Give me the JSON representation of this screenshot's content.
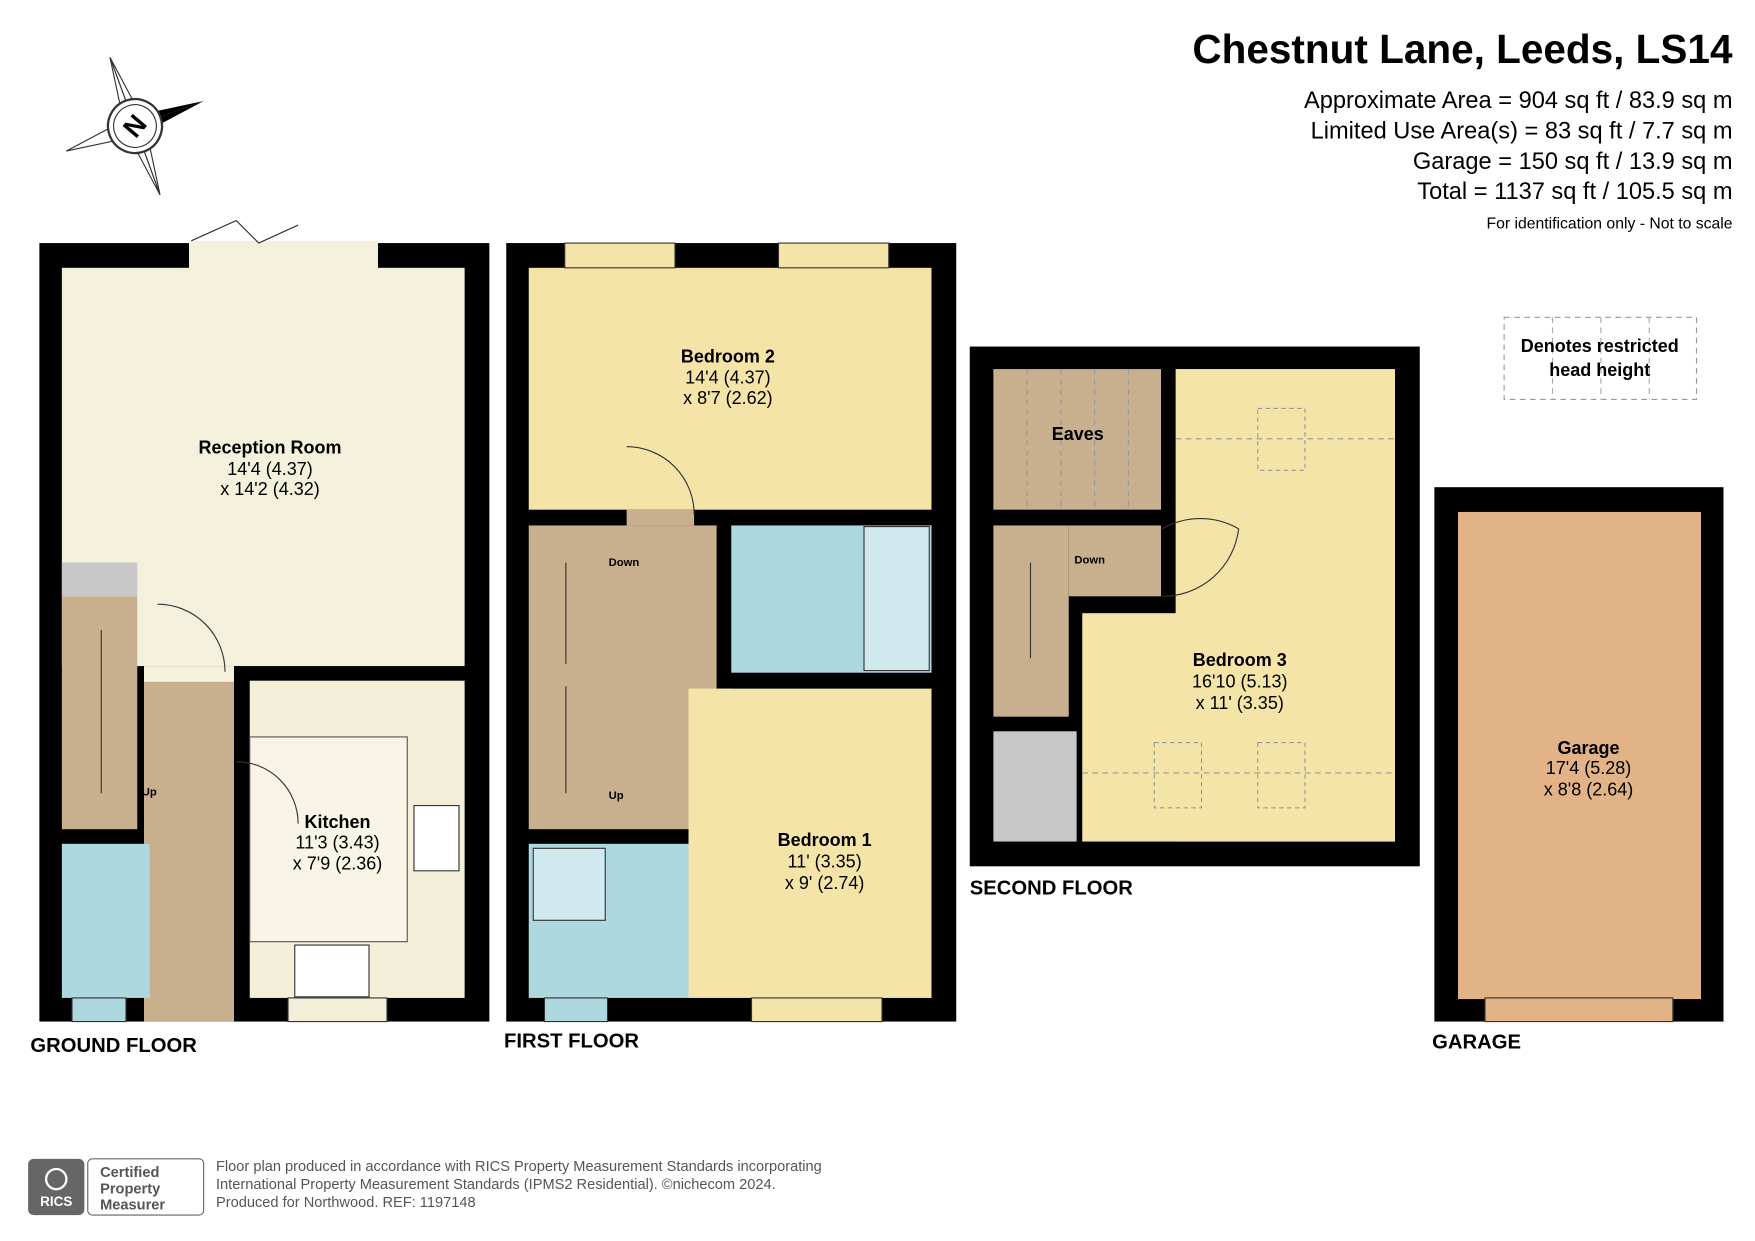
{
  "header": {
    "title": "Chestnut Lane, Leeds, LS14",
    "areas": [
      "Approximate Area = 904 sq ft / 83.9 sq m",
      "Limited Use Area(s) = 83 sq ft / 7.7 sq m",
      "Garage = 150 sq ft / 13.9 sq m",
      "Total = 1137 sq ft / 105.5 sq m"
    ],
    "disclaimer": "For identification only - Not to scale"
  },
  "compass": {
    "letter": "N"
  },
  "legend": {
    "line1": "Denotes restricted",
    "line2": "head height"
  },
  "colors": {
    "living": "#f3f0dc",
    "bedroom": "#f5e4a8",
    "hall": "#c8b08e",
    "wet": "#aed8e0",
    "store": "#c8c8c8",
    "garage": "#e2b386"
  },
  "floors": {
    "ground": {
      "label": "GROUND FLOOR",
      "reception": {
        "name": "Reception Room",
        "d1": "14'4 (4.37)",
        "d2": "x 14'2 (4.32)"
      },
      "kitchen": {
        "name": "Kitchen",
        "d1": "11'3 (3.43)",
        "d2": "x 7'9 (2.36)"
      },
      "up": "Up"
    },
    "first": {
      "label": "FIRST FLOOR",
      "bedroom2": {
        "name": "Bedroom 2",
        "d1": "14'4 (4.37)",
        "d2": "x 8'7 (2.62)"
      },
      "bedroom1": {
        "name": "Bedroom 1",
        "d1": "11' (3.35)",
        "d2": "x 9' (2.74)"
      },
      "down": "Down",
      "up": "Up"
    },
    "second": {
      "label": "SECOND FLOOR",
      "eaves": "Eaves",
      "bedroom3": {
        "name": "Bedroom 3",
        "d1": "16'10 (5.13)",
        "d2": "x 11' (3.35)"
      },
      "down": "Down"
    },
    "garage": {
      "label": "GARAGE",
      "room": {
        "name": "Garage",
        "d1": "17'4 (5.28)",
        "d2": "x 8'8 (2.64)"
      }
    }
  },
  "footer": {
    "badge_brand": "RICS",
    "badge_lines": [
      "Certified",
      "Property",
      "Measurer"
    ],
    "lines": [
      "Floor plan produced in accordance with RICS Property Measurement Standards incorporating",
      "International Property Measurement Standards (IPMS2 Residential).   ©nichecom 2024.",
      "Produced for Northwood.   REF:  1197148"
    ]
  }
}
